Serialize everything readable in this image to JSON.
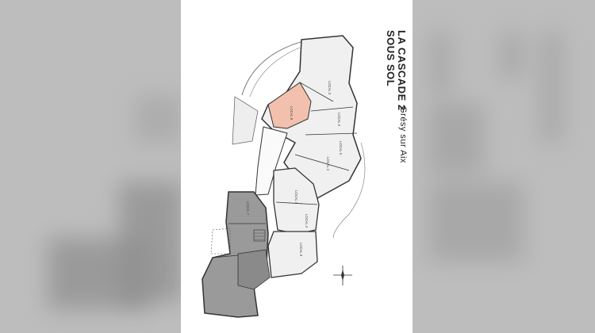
{
  "plan": {
    "title_line1": "LA CASCADE 2",
    "title_line2": "SOUS SOL",
    "location": "Grésy sur Aix",
    "rooms": [
      "LOCAL 1",
      "LOCAL 2",
      "LOCAL 3",
      "LOCAL 4",
      "LOCAL 5",
      "LOCAL 6",
      "LOCAL 7",
      "LOCAL 8",
      "LOCAL 9"
    ]
  },
  "colors": {
    "highlight": "#f2c0ac",
    "shaded": "#9a9a9a",
    "walls": "#333333"
  }
}
